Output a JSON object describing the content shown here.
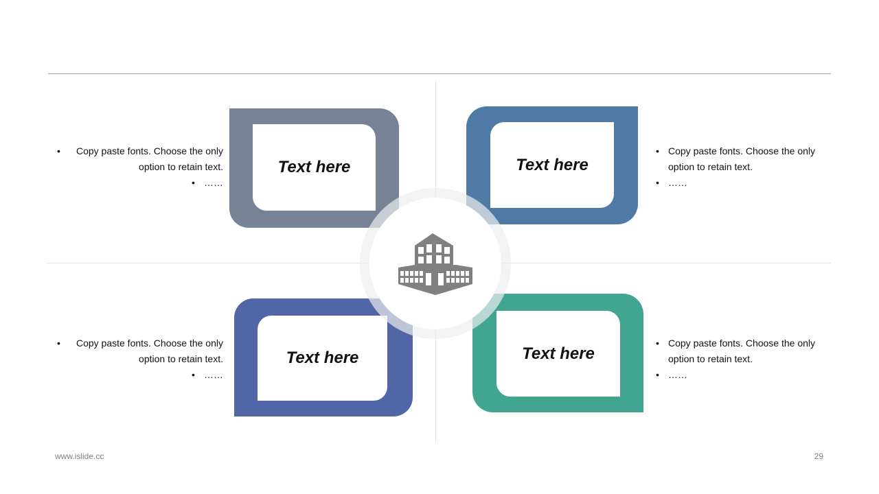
{
  "cards": [
    {
      "title": "Text here",
      "color": "#778294"
    },
    {
      "title": "Text here",
      "color": "#507aa6"
    },
    {
      "title": "Text here",
      "color": "#5066a6"
    },
    {
      "title": "Text here",
      "color": "#41a592"
    }
  ],
  "bullets": {
    "top_left": [
      "Copy paste fonts. Choose the only option to retain text.",
      "……"
    ],
    "top_right": [
      "Copy paste fonts. Choose the only option to retain text.",
      "……"
    ],
    "bottom_left": [
      "Copy paste fonts. Choose the only option to retain text.",
      "……"
    ],
    "bottom_right": [
      "Copy paste fonts. Choose the only option to retain text.",
      "……"
    ]
  },
  "hub": {
    "icon": "building-icon",
    "icon_color": "#808080"
  },
  "footer": {
    "website": "www.islide.cc",
    "page_number": "29"
  }
}
